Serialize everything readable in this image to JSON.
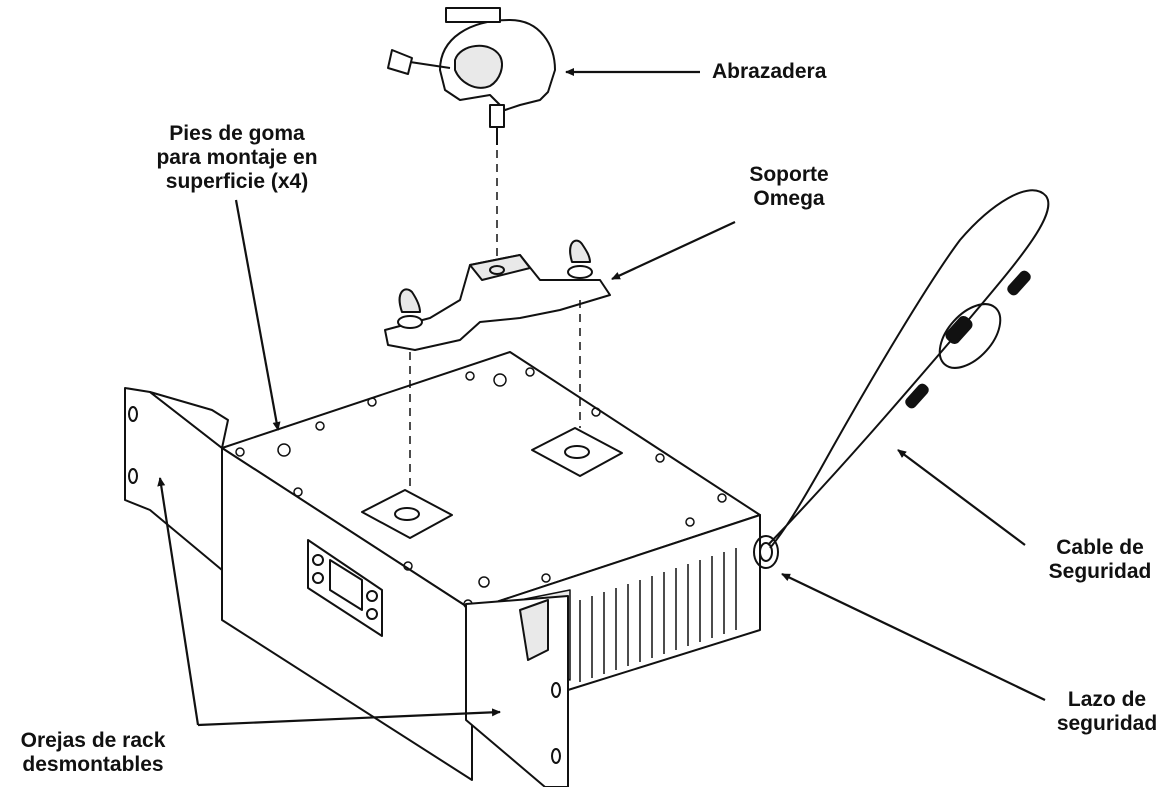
{
  "colors": {
    "ink": "#111111",
    "fill": "#ffffff",
    "shade": "#e9e9e9"
  },
  "labels": {
    "clamp": {
      "lines": [
        "Abrazadera"
      ]
    },
    "rubber_feet": {
      "lines": [
        "Pies de goma",
        "para montaje en",
        "superficie (x4)"
      ]
    },
    "omega_bracket": {
      "lines": [
        "Soporte",
        "Omega"
      ]
    },
    "safety_cable": {
      "lines": [
        "Cable de",
        "Seguridad"
      ]
    },
    "safety_loop": {
      "lines": [
        "Lazo de",
        "seguridad"
      ]
    },
    "rack_ears": {
      "lines": [
        "Orejas de rack",
        "desmontables"
      ]
    }
  }
}
